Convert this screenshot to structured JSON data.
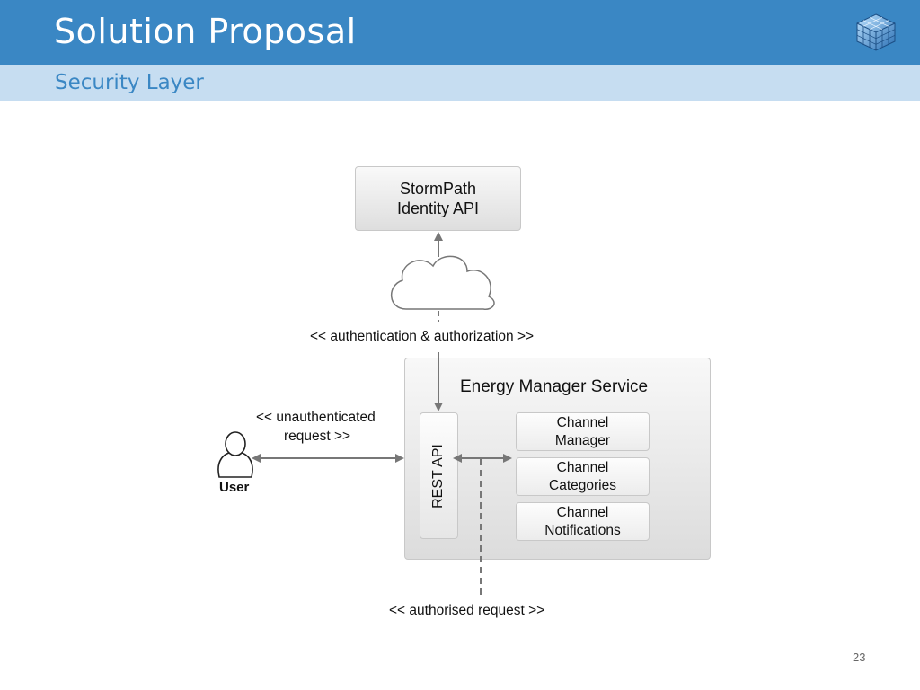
{
  "header": {
    "title": "Solution Proposal",
    "subtitle": "Security Layer"
  },
  "diagram": {
    "stormpath": {
      "line1": "StormPath",
      "line2": "Identity API"
    },
    "auth_label": "<< authentication & authorization >>",
    "service": {
      "title": "Energy Manager Service",
      "rest_api": "REST API",
      "components": [
        {
          "line1": "Channel",
          "line2": "Manager"
        },
        {
          "line1": "Channel",
          "line2": "Categories"
        },
        {
          "line1": "Channel",
          "line2": "Notifications"
        }
      ]
    },
    "unauth_label": {
      "line1": "<< unauthenticated",
      "line2": "request >>"
    },
    "user_label": "User",
    "authorised_label": "<< authorised request >>"
  },
  "footer": {
    "page_number": "23"
  },
  "colors": {
    "header_blue": "#3a87c4",
    "subheader_blue": "#c6ddf1",
    "arrow_gray": "#777777"
  },
  "icons": [
    "cube-logo-icon",
    "cloud-icon",
    "user-icon"
  ]
}
